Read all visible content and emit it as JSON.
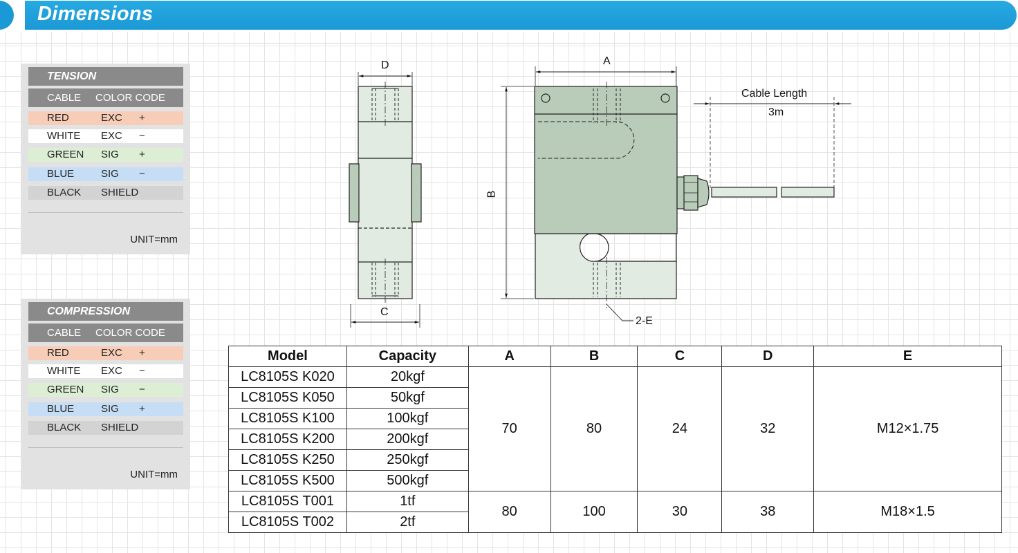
{
  "header": {
    "title": "Dimensions"
  },
  "tension": {
    "title": "TENSION",
    "col_cable": "CABLE",
    "col_code": "COLOR CODE",
    "rows": [
      {
        "color": "RED",
        "func": "EXC",
        "sign": "+",
        "bg": "#f8cdb7"
      },
      {
        "color": "WHITE",
        "func": "EXC",
        "sign": "−",
        "bg": "#ffffff"
      },
      {
        "color": "GREEN",
        "func": "SIG",
        "sign": "+",
        "bg": "#dcefd4"
      },
      {
        "color": "BLUE",
        "func": "SIG",
        "sign": "−",
        "bg": "#c6def5"
      },
      {
        "color": "BLACK",
        "func": "SHIELD",
        "sign": "",
        "bg": "#d3d3d3"
      }
    ],
    "unit": "UNIT=mm"
  },
  "compression": {
    "title": "COMPRESSION",
    "col_cable": "CABLE",
    "col_code": "COLOR CODE",
    "rows": [
      {
        "color": "RED",
        "func": "EXC",
        "sign": "+",
        "bg": "#f8cdb7"
      },
      {
        "color": "WHITE",
        "func": "EXC",
        "sign": "−",
        "bg": "#ffffff"
      },
      {
        "color": "GREEN",
        "func": "SIG",
        "sign": "−",
        "bg": "#dcefd4"
      },
      {
        "color": "BLUE",
        "func": "SIG",
        "sign": "+",
        "bg": "#c6def5"
      },
      {
        "color": "BLACK",
        "func": "SHIELD",
        "sign": "",
        "bg": "#d3d3d3"
      }
    ],
    "unit": "UNIT=mm"
  },
  "drawing": {
    "label_d": "D",
    "label_c": "C",
    "label_a": "A",
    "label_b": "B",
    "cable_length_label": "Cable Length",
    "cable_length_value": "3m",
    "hole_label": "2-E",
    "body_color": "#e2ebe2",
    "body_dark": "#b9cbb9"
  },
  "table": {
    "headers": [
      "Model",
      "Capacity",
      "A",
      "B",
      "C",
      "D",
      "E"
    ],
    "models": [
      {
        "model": "LC8105S K020",
        "capacity": "20kgf"
      },
      {
        "model": "LC8105S K050",
        "capacity": "50kgf"
      },
      {
        "model": "LC8105S K100",
        "capacity": "100kgf"
      },
      {
        "model": "LC8105S K200",
        "capacity": "200kgf"
      },
      {
        "model": "LC8105S K250",
        "capacity": "250kgf"
      },
      {
        "model": "LC8105S K500",
        "capacity": "500kgf"
      },
      {
        "model": "LC8105S T001",
        "capacity": "1tf"
      },
      {
        "model": "LC8105S T002",
        "capacity": "2tf"
      }
    ],
    "groups": [
      {
        "A": "70",
        "B": "80",
        "C": "24",
        "D": "32",
        "E": "M12×1.75"
      },
      {
        "A": "80",
        "B": "100",
        "C": "30",
        "D": "38",
        "E": "M18×1.5"
      }
    ]
  }
}
